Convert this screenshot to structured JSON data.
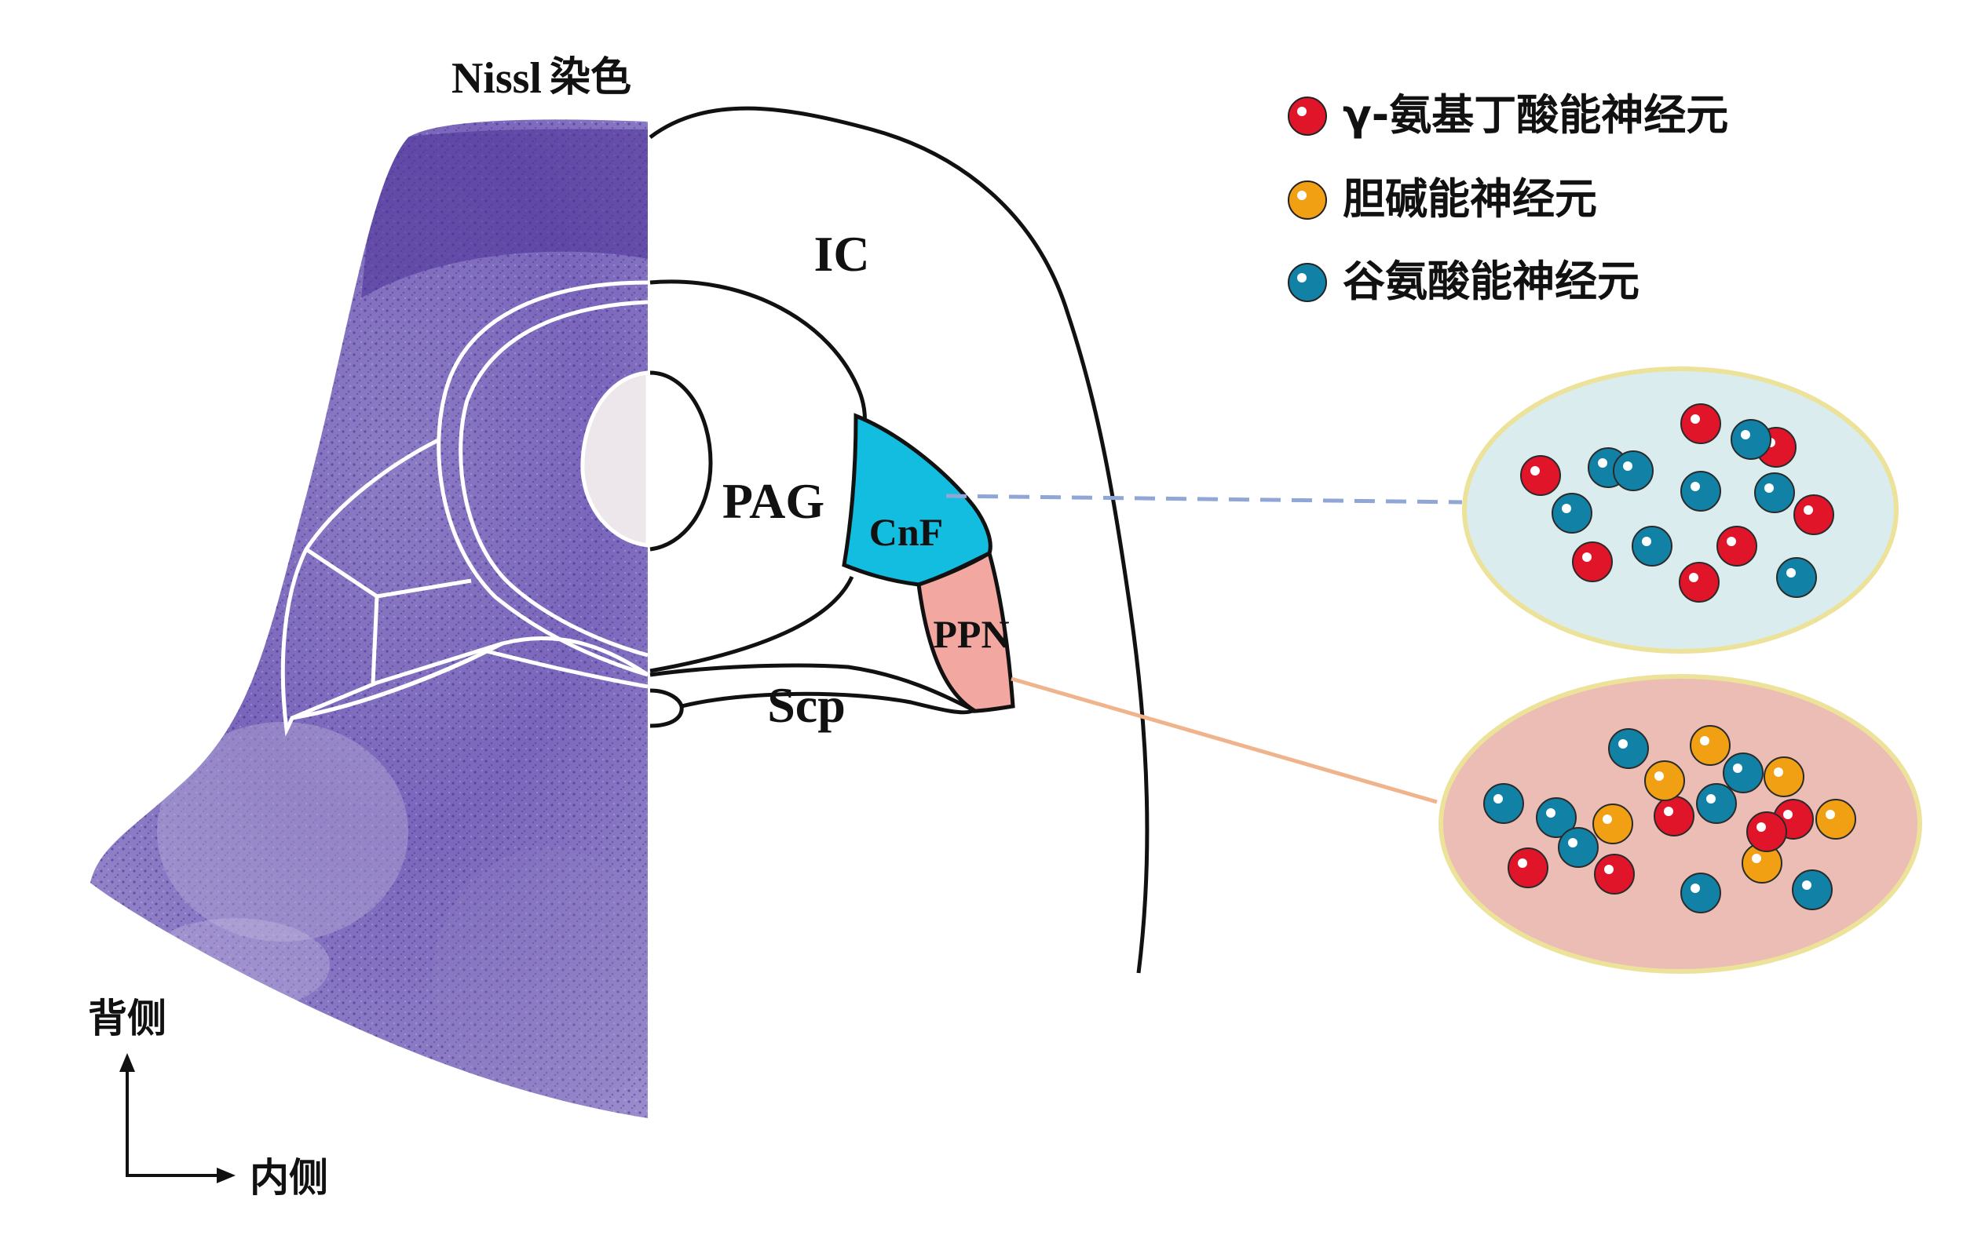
{
  "title": {
    "nissl": "Nissl",
    "stain": "染色"
  },
  "regions": {
    "ic": "IC",
    "pag": "PAG",
    "cnf": "CnF",
    "ppn": "PPN",
    "scp": "Scp"
  },
  "legend": [
    {
      "label": "γ-氨基丁酸能神经元",
      "color": "#e0152a",
      "icon": "red-neuron-dot"
    },
    {
      "label": "胆碱能神经元",
      "color": "#f0a012",
      "icon": "orange-neuron-dot"
    },
    {
      "label": "谷氨酸能神经元",
      "color": "#1281a6",
      "icon": "blue-neuron-dot"
    }
  ],
  "axes": {
    "dorsal": "背侧",
    "medial": "内侧"
  },
  "colors": {
    "nissl_purple": "#6a4fb0",
    "cnf_fill": "#12bde0",
    "ppn_fill": "#f2a8a0",
    "upper_oval_fill": "#daeced",
    "lower_oval_fill": "#ebbdb4",
    "oval_border": "#ece29a",
    "cnf_connector": "#8fa6d6",
    "ppn_connector": "#f0b48c"
  },
  "populations": {
    "cnf": {
      "gaba": 7,
      "glutamate": 8
    },
    "ppn": {
      "gaba": 5,
      "cholinergic": 6,
      "glutamate": 8
    }
  }
}
